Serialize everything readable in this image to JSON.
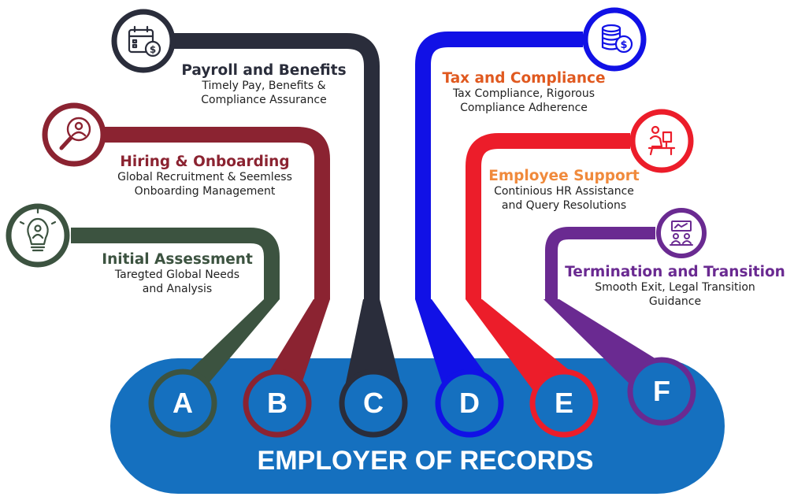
{
  "footer_title": "EMPLOYER OF RECORDS",
  "colors": {
    "band": "#1570bf",
    "A": "#3c5340",
    "B": "#8b2331",
    "C": "#2a2d3b",
    "D": "#1111e6",
    "E": "#ec1d2a",
    "F": "#6a2a91",
    "tax_title": "#e0591f",
    "support_title": "#f08a3c"
  },
  "items": [
    {
      "letter": "A",
      "title": "Initial Assessment",
      "desc1": "Taregted Global Needs",
      "desc2": "and Analysis",
      "icon": "lightbulb-person-icon"
    },
    {
      "letter": "B",
      "title": "Hiring & Onboarding",
      "desc1": "Global Recruitment & Seemless",
      "desc2": "Onboarding Management",
      "icon": "magnifier-user-icon"
    },
    {
      "letter": "C",
      "title": "Payroll and Benefits",
      "desc1": "Timely Pay, Benefits &",
      "desc2": "Compliance Assurance",
      "icon": "calendar-dollar-icon"
    },
    {
      "letter": "D",
      "title": "Tax and Compliance",
      "desc1": "Tax Compliance, Rigorous",
      "desc2": "Compliance Adherence",
      "icon": "coins-dollar-icon"
    },
    {
      "letter": "E",
      "title": "Employee Support",
      "desc1": "Continious HR Assistance",
      "desc2": "and Query Resolutions",
      "icon": "desk-worker-icon"
    },
    {
      "letter": "F",
      "title": "Termination and Transition",
      "desc1": "Smooth Exit, Legal Transition",
      "desc2": "Guidance",
      "icon": "meeting-board-icon"
    }
  ]
}
